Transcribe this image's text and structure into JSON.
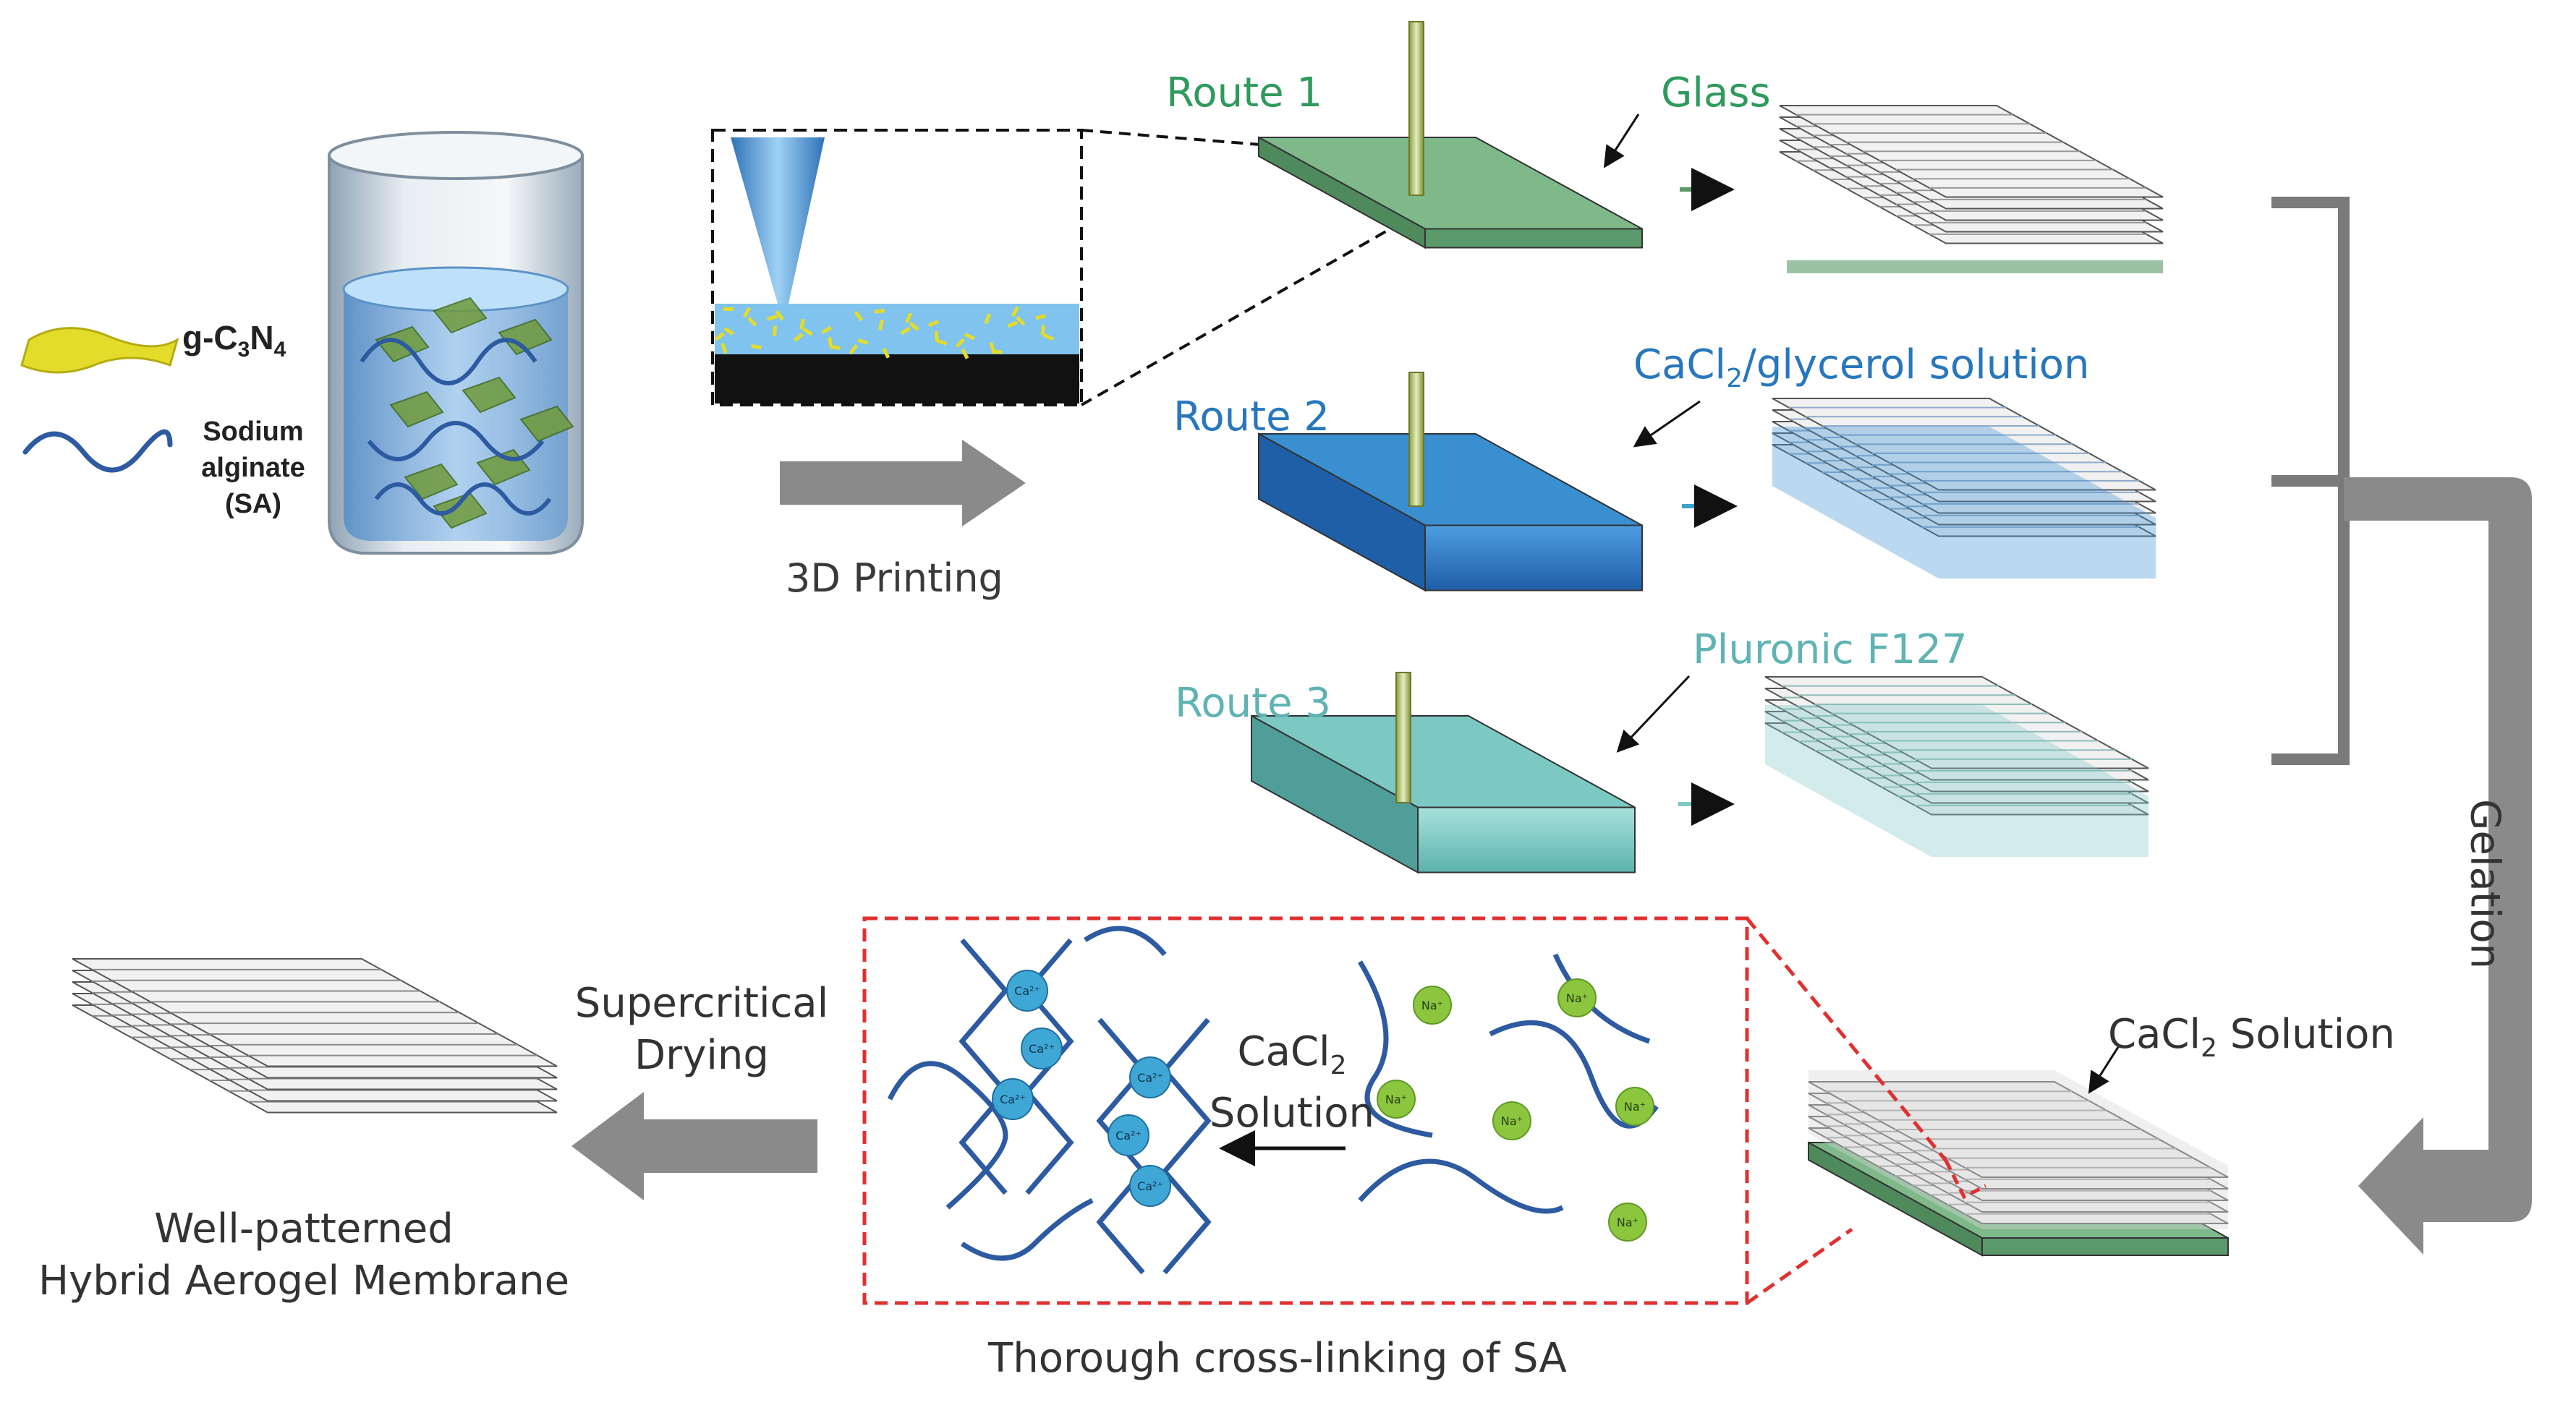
{
  "legend": {
    "gcn_prefix": "g-C",
    "gcn_sub1": "3",
    "gcn_mid": "N",
    "gcn_sub2": "4",
    "sa_line1": "Sodium",
    "sa_line2": "alginate",
    "sa_line3": "(SA)"
  },
  "printing_label": "3D Printing",
  "routes": [
    {
      "name": "Route 1",
      "annotation": "Glass",
      "color": "#2e9a5c"
    },
    {
      "name": "Route 2",
      "annotation_pre": "CaCl",
      "annotation_sub": "2",
      "annotation_post": "/glycerol solution",
      "color": "#2877bd"
    },
    {
      "name": "Route 3",
      "annotation": "Pluronic F127",
      "color": "#5fb3b3"
    }
  ],
  "gelation_label": "Gelation",
  "cacl2_solution": {
    "pre": "CaCl",
    "sub": "2",
    "post": " Solution"
  },
  "crosslink": {
    "caption": "Thorough cross-linking of SA",
    "arrow_pre": "CaCl",
    "arrow_sub": "2",
    "arrow_line2": "Solution",
    "ca_ion": "Ca²⁺",
    "na_ion": "Na⁺"
  },
  "drying": {
    "line1": "Supercritical",
    "line2": "Drying"
  },
  "product": {
    "line1": "Well-patterned",
    "line2": "Hybrid Aerogel Membrane"
  },
  "colors": {
    "arrow_gray": "#8a8a8a",
    "bracket_gray": "#7a7a7a",
    "dash_red": "#e03030",
    "chain_blue": "#2d5aa0",
    "ca_blue": "#3fa7d6",
    "na_green": "#8cc63f",
    "gcn_yellow": "#e3dc2a",
    "glass_green": "#5a9a6a",
    "solution_blue": "#3a8fd0",
    "pluronic_teal": "#7cc9c4"
  }
}
